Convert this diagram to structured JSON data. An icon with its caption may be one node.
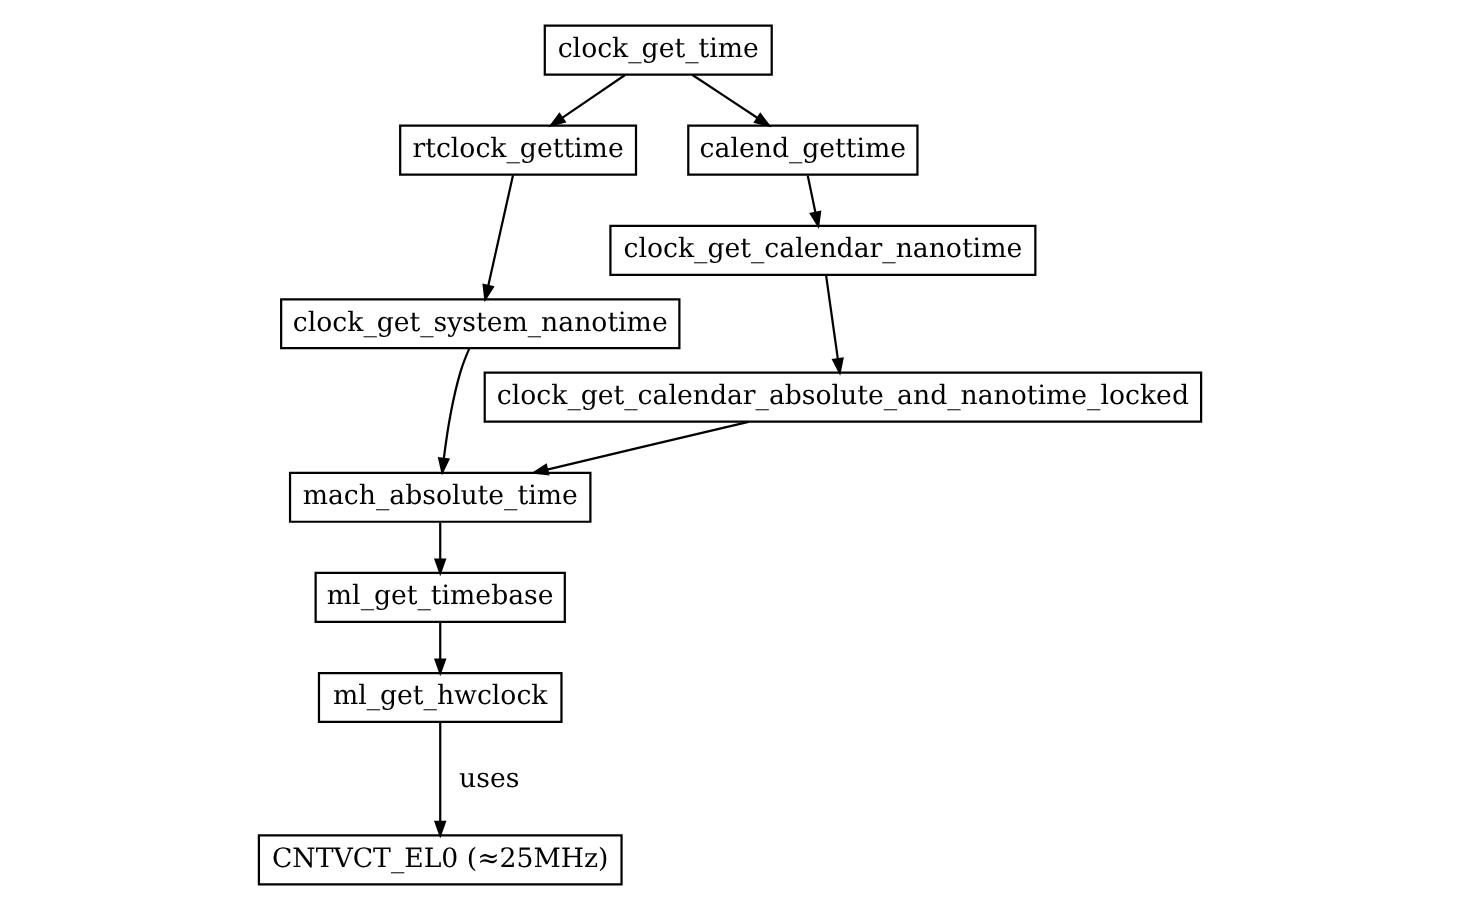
{
  "diagram": {
    "nodes": [
      {
        "text": [
          "clock_get_time"
        ]
      },
      {
        "text": [
          "rtclock_gettime"
        ]
      },
      {
        "text": [
          "calend_gettime"
        ]
      },
      {
        "text": [
          "clock_get_system_nanotime"
        ]
      },
      {
        "text": [
          "clock_get_calendar_nanotime"
        ]
      },
      {
        "text": [
          "clock_get_calendar_absolute_and_nanotime_locked"
        ]
      },
      {
        "text": [
          "mach_absolute_time"
        ]
      },
      {
        "text": [
          "ml_get_timebase"
        ]
      },
      {
        "text": [
          "ml_get_hwclock"
        ]
      },
      {
        "text": [
          "CNTVCT_EL0 (≈25MHz)"
        ]
      }
    ],
    "edges": [
      {
        "from": 0,
        "to": 1,
        "arrow": "to"
      },
      {
        "from": 0,
        "to": 2,
        "arrow": "to"
      },
      {
        "from": 1,
        "to": 3,
        "arrow": "to"
      },
      {
        "from": 2,
        "to": 4,
        "arrow": "to"
      },
      {
        "from": 4,
        "to": 5,
        "arrow": "to"
      },
      {
        "from": 3,
        "to": 6,
        "arrow": "to"
      },
      {
        "from": 5,
        "to": 6,
        "arrow": "to"
      },
      {
        "from": 6,
        "to": 7,
        "arrow": "to"
      },
      {
        "from": 7,
        "to": 8,
        "arrow": "to"
      },
      {
        "from": 8,
        "to": 9,
        "arrow": "to",
        "label": "uses"
      }
    ]
  }
}
